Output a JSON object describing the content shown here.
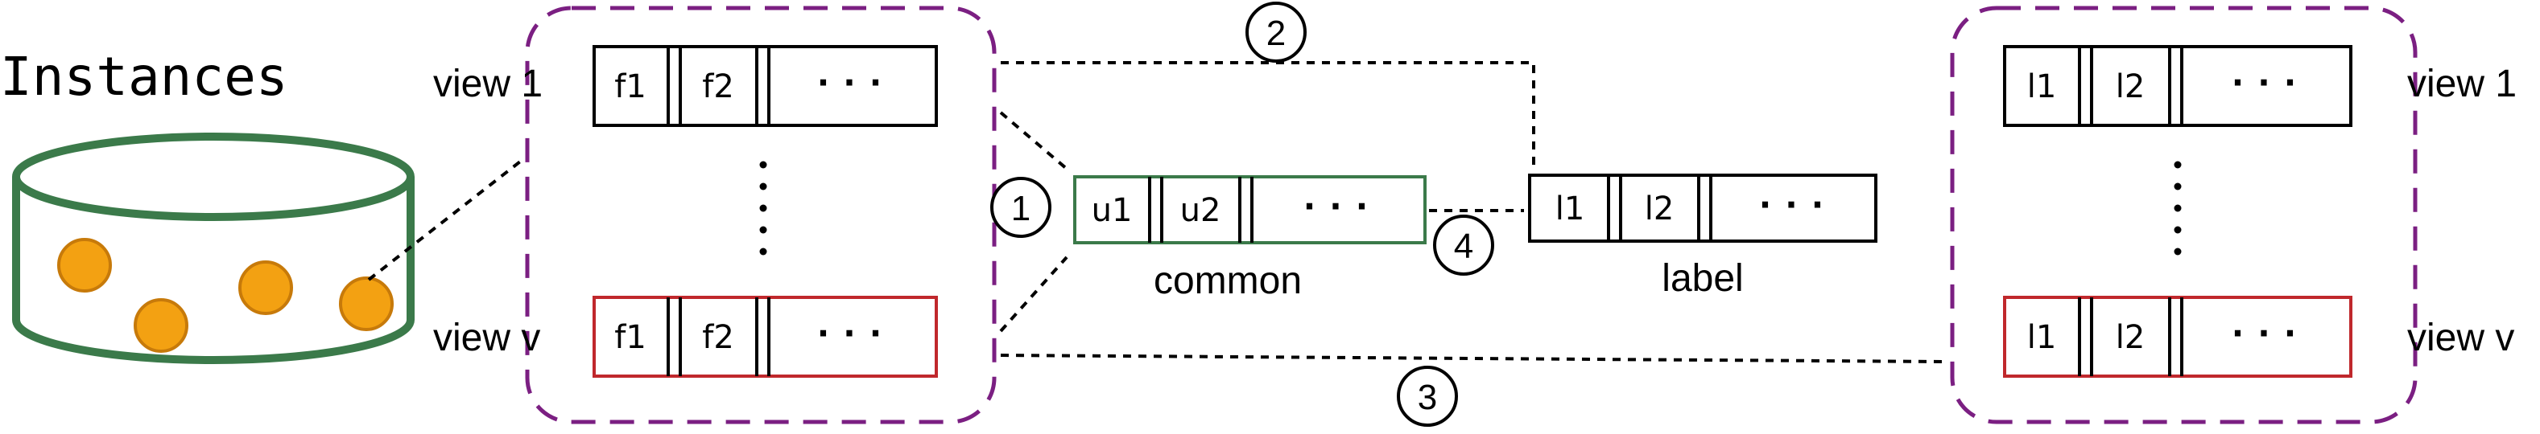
{
  "title": "Instances",
  "left_views": {
    "top_label": "view 1",
    "bottom_label": "view v",
    "cells": [
      "f1",
      "f2",
      "···"
    ]
  },
  "common": {
    "label": "common",
    "cells": [
      "u1",
      "u2",
      "···"
    ]
  },
  "label_vec": {
    "label": "label",
    "cells": [
      "l1",
      "l2",
      "···"
    ]
  },
  "right_views": {
    "top_label": "view 1",
    "bottom_label": "view v",
    "cells": [
      "l1",
      "l2",
      "···"
    ]
  },
  "steps": [
    "1",
    "2",
    "3",
    "4"
  ],
  "colors": {
    "green": "#3b7a4a",
    "red": "#c0282c",
    "purple": "#7b1f82",
    "orange": "#f3a112"
  }
}
